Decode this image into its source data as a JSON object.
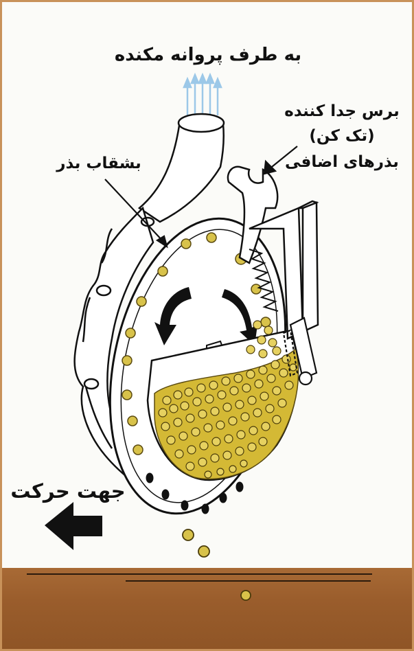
{
  "labels": {
    "to_fan": "به طرف پروانه مکنده",
    "brush_line1": "برس جدا کننده",
    "brush_line2": "(تک کن)",
    "brush_line3": "بذرهای اضافی",
    "seed_plate": "بشقاب بذر",
    "direction": "جهت حرکت"
  },
  "colors": {
    "frame_border": "#c8925a",
    "soil": "#9a5d2c",
    "seed": "#d8c24a",
    "seed_outline": "#5a4a10",
    "air_arrows": "#9cc8e8",
    "ink": "#111111"
  },
  "icons": {
    "rotation": "curved-arrow-icon",
    "direction": "left-arrow-icon"
  }
}
